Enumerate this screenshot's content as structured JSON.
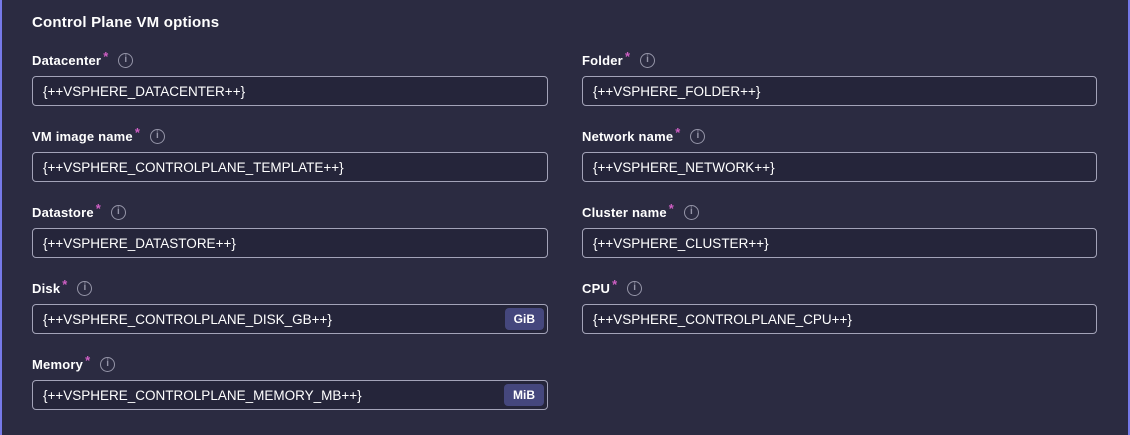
{
  "panel": {
    "title": "Control Plane VM options",
    "required_marker": "*",
    "info_icon_glyph": "i",
    "colors": {
      "background": "#2b2b41",
      "accent_edge": "#7679e8",
      "input_background": "#25253a",
      "input_border": "#a3a3b8",
      "badge_background": "#45477d",
      "required_asterisk": "#cf5fc4",
      "info_icon": "#9595a8",
      "text": "#ffffff"
    }
  },
  "columns": {
    "left": [
      {
        "label": "Datacenter",
        "value": "{++VSPHERE_DATACENTER++}"
      },
      {
        "label": "VM image name",
        "value": "{++VSPHERE_CONTROLPLANE_TEMPLATE++}"
      },
      {
        "label": "Datastore",
        "value": "{++VSPHERE_DATASTORE++}"
      },
      {
        "label": "Disk",
        "value": "{++VSPHERE_CONTROLPLANE_DISK_GB++}",
        "unit": "GiB"
      },
      {
        "label": "Memory",
        "value": "{++VSPHERE_CONTROLPLANE_MEMORY_MB++}",
        "unit": "MiB"
      }
    ],
    "right": [
      {
        "label": "Folder",
        "value": "{++VSPHERE_FOLDER++}"
      },
      {
        "label": "Network name",
        "value": "{++VSPHERE_NETWORK++}"
      },
      {
        "label": "Cluster name",
        "value": "{++VSPHERE_CLUSTER++}"
      },
      {
        "label": "CPU",
        "value": "{++VSPHERE_CONTROLPLANE_CPU++}"
      }
    ]
  }
}
